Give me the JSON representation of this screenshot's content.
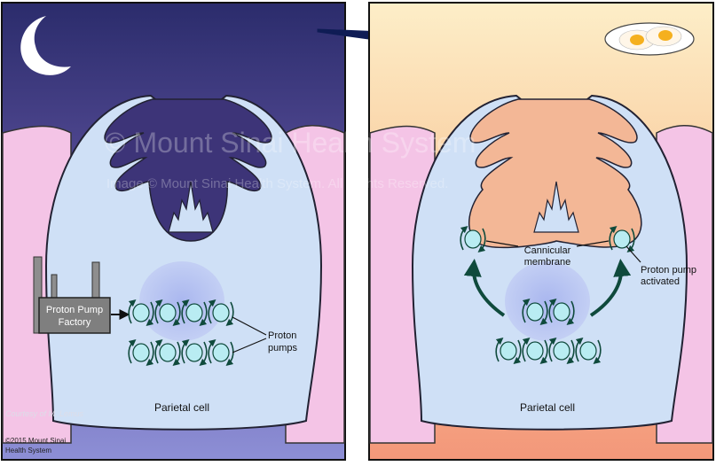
{
  "left_panel": {
    "factory_label_line1": "Proton Pump",
    "factory_label_line2": "Factory",
    "pumps_label_line1": "Proton",
    "pumps_label_line2": "pumps",
    "cell_label": "Parietal cell",
    "signature_text": "Courtesy of M. Lemus",
    "copyright_line1": "©2015 Mount Sinai",
    "copyright_line2": "Health System"
  },
  "right_panel": {
    "membrane_label_line1": "Cannicular",
    "membrane_label_line2": "membrane",
    "activated_label_line1": "Proton pump",
    "activated_label_line2": "activated",
    "cell_label": "Parietal cell"
  },
  "watermark": {
    "line1": "© Mount Sinai Health System",
    "line2": "Image © Mount Sinai Health System. All Rights Reserved."
  },
  "colors": {
    "night_top": "#2b2c6c",
    "night_bottom": "#8a8bd0",
    "day_top": "#fbe9c1",
    "day_bottom": "#f59a7a",
    "cell_fill": "#cfe0f6",
    "side_cell": "#f4c4e6",
    "pump_fill": "#b9ecf2",
    "arrow_green": "#0f4a3c",
    "canal_day": "#f3b796"
  },
  "icons": [
    "moon-icon",
    "transition-arrow-icon",
    "fried-eggs-icon",
    "factory-icon",
    "proton-pump-icon"
  ]
}
